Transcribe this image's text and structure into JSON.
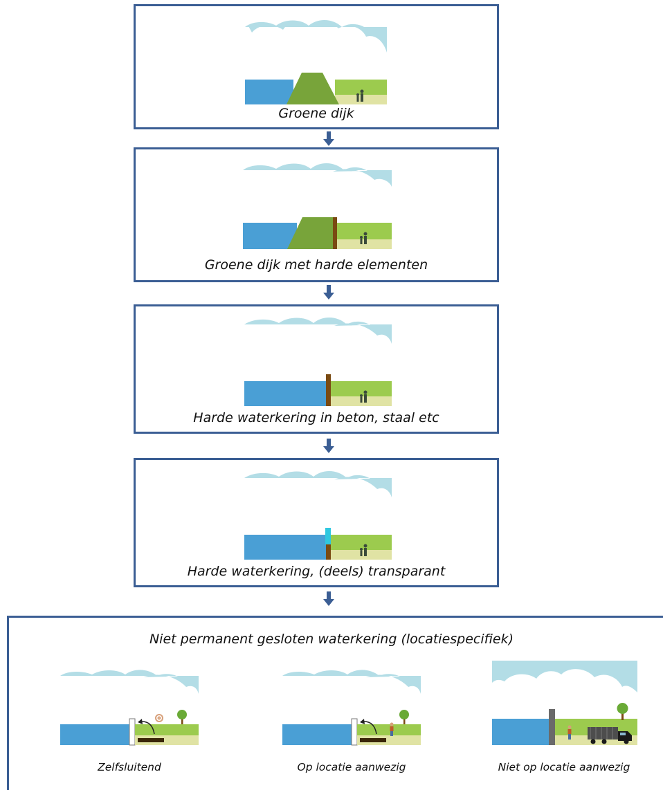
{
  "steps": [
    {
      "caption": "Groene dijk"
    },
    {
      "caption": "Groene dijk met harde elementen"
    },
    {
      "caption": "Harde waterkering in beton, staal etc"
    },
    {
      "caption": "Harde waterkering, (deels) transparant"
    }
  ],
  "final": {
    "title": "Niet permanent gesloten waterkering (locatiespecifiek)",
    "options": [
      {
        "caption": "Zelfsluitend"
      },
      {
        "caption": "Op locatie aanwezig"
      },
      {
        "caption": "Niet op locatie aanwezig"
      }
    ]
  },
  "colors": {
    "border": "#3b5e94",
    "sky": "#b3dde6",
    "water": "#4a9fd5",
    "grass": "#9ccb4e",
    "sand": "#e0e3a4",
    "dike": "#78a43a",
    "wall": "#7a4a12",
    "glass": "#2fc8e0"
  }
}
